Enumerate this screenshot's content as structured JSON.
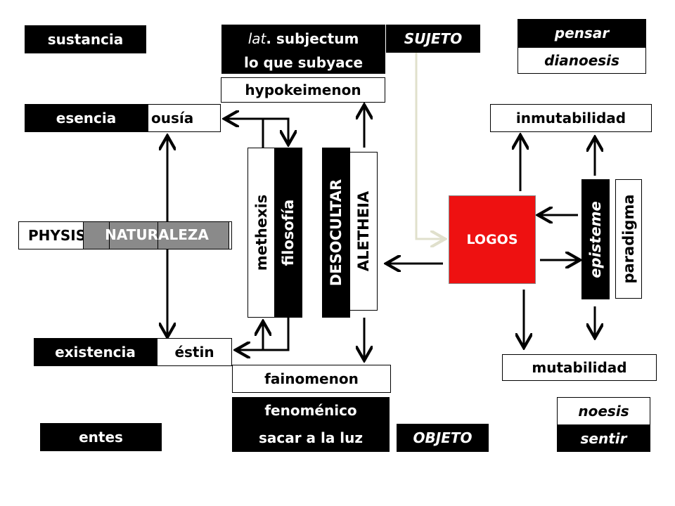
{
  "left": {
    "sustancia": "sustancia",
    "esencia": "esencia",
    "ousia": "ousía",
    "physis": "PHYSIS",
    "naturaleza": "NATURALEZA",
    "existencia": "existencia",
    "estin": "éstin",
    "entes": "entes"
  },
  "center": {
    "lat_prefix": "lat",
    "lat_rest": ". subjectum",
    "sujeto": "SUJETO",
    "lo_que_subyace": "lo que subyace",
    "hypokeimenon": "hypokeimenon",
    "methexis": "methexis",
    "filosofia": "filosofía",
    "desocultar": "DESOCULTAR",
    "aletheia": "ALETHEIA",
    "fainomenon": "fainomenon",
    "fenomenico": "fenoménico",
    "sacar_a_la_luz": "sacar a la luz",
    "objeto": "OBJETO"
  },
  "right": {
    "pensar": "pensar",
    "dianoesis": "dianoesis",
    "inmutabilidad": "inmutabilidad",
    "logos": "LOGOS",
    "episteme": "episteme",
    "paradigma": "paradigma",
    "mutabilidad": "mutabilidad",
    "noesis": "noesis",
    "sentir": "sentir"
  },
  "colors": {
    "black": "#000000",
    "white": "#ffffff",
    "logos_red": "#ee1111",
    "gray": "#8a8a8a",
    "sujeto_line": "#e8e8d8"
  }
}
